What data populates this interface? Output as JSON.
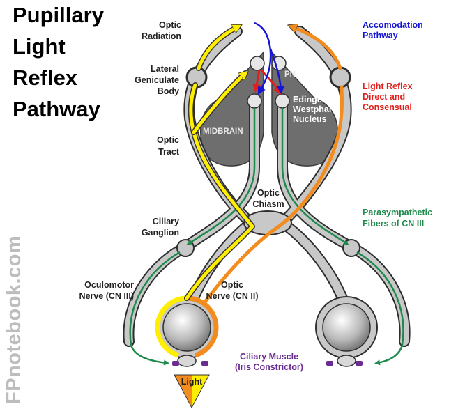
{
  "title": {
    "line1": "Pupillary",
    "line2": "Light",
    "line3": "Reflex",
    "line4": "Pathway"
  },
  "watermark": "FPnotebook.com",
  "labels": {
    "optic_radiation_1": "Optic",
    "optic_radiation_2": "Radiation",
    "lgb_1": "Lateral",
    "lgb_2": "Geniculate",
    "lgb_3": "Body",
    "optic_tract_1": "Optic",
    "optic_tract_2": "Tract",
    "ciliary_ganglion_1": "Ciliary",
    "ciliary_ganglion_2": "Ganglion",
    "oculomotor_1": "Oculomotor",
    "oculomotor_2": "Nerve (CN III)",
    "optic_nerve_1": "Optic",
    "optic_nerve_2": "Nerve (CN II)",
    "optic_chiasm_1": "Optic",
    "optic_chiasm_2": "Chiasm",
    "midbrain": "MIDBRAIN",
    "pn": "PN",
    "ew_1": "Edinger",
    "ew_2": "Westphal",
    "ew_3": "Nucleus",
    "light": "Light",
    "ciliary_muscle_1": "Ciliary Muscle",
    "ciliary_muscle_2": "(Iris Constrictor)"
  },
  "legend": {
    "accommodation_1": "Accomodation",
    "accommodation_2": "Pathway",
    "light_reflex_1": "Light Reflex",
    "light_reflex_2": "Direct and",
    "light_reflex_3": "Consensual",
    "parasympathetic_1": "Parasympathetic",
    "parasympathetic_2": "Fibers of CN III"
  },
  "colors": {
    "yellow_path": "#ffee00",
    "orange_path": "#f28c1e",
    "green_fibers": "#1e8a4c",
    "red_arrows": "#e0201c",
    "blue_arrow": "#1414d4",
    "purple_text": "#6a2c91",
    "midbrain_fill": "#6e6e6e",
    "nerve_fill": "#c8c8c8"
  }
}
